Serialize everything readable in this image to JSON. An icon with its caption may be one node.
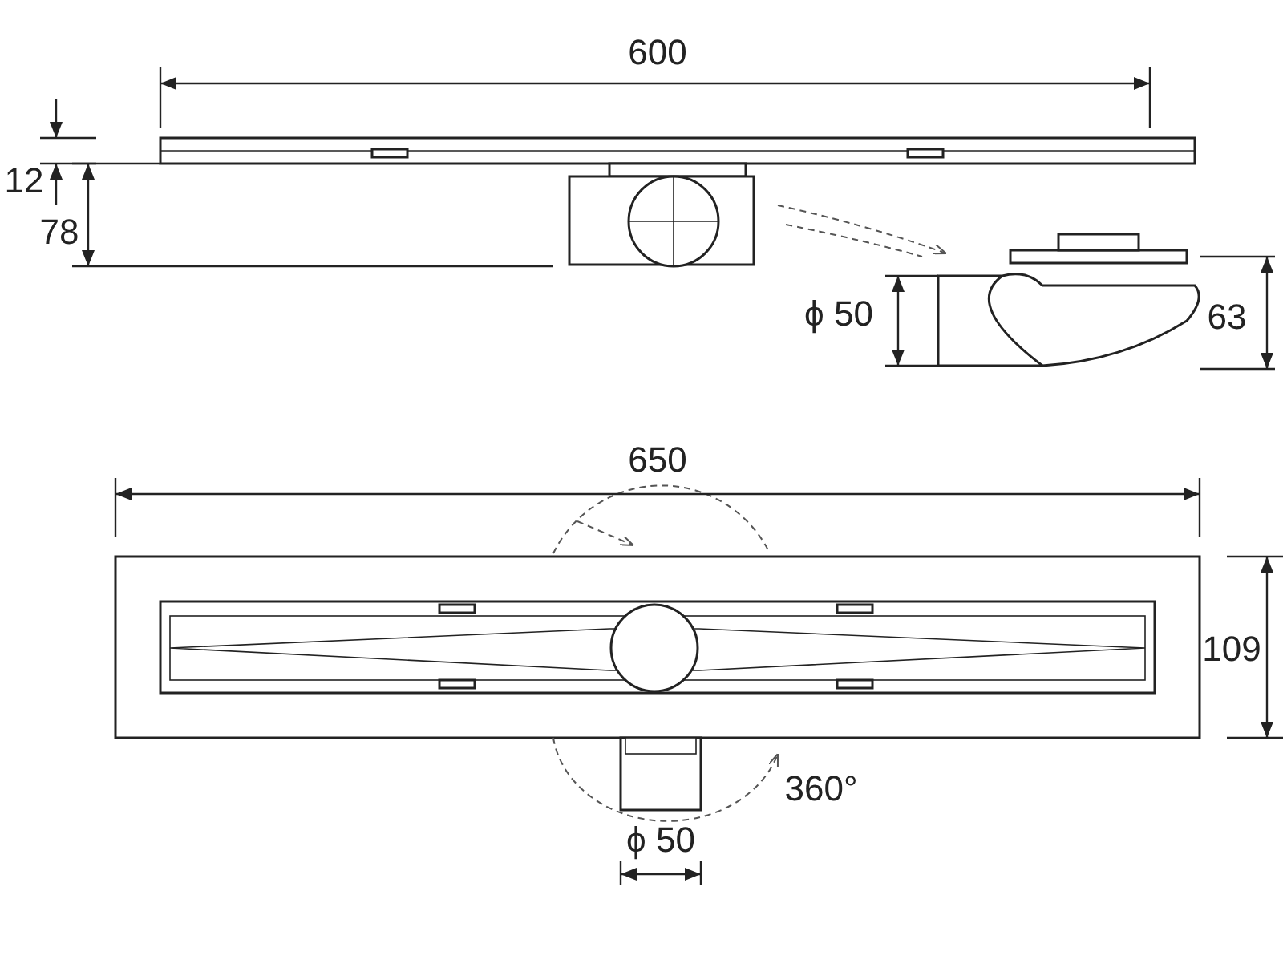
{
  "diagram": {
    "labels": [
      "600",
      "12",
      "78",
      "ϕ 50",
      "63",
      "650",
      "109",
      "360°",
      "ϕ 50"
    ]
  }
}
